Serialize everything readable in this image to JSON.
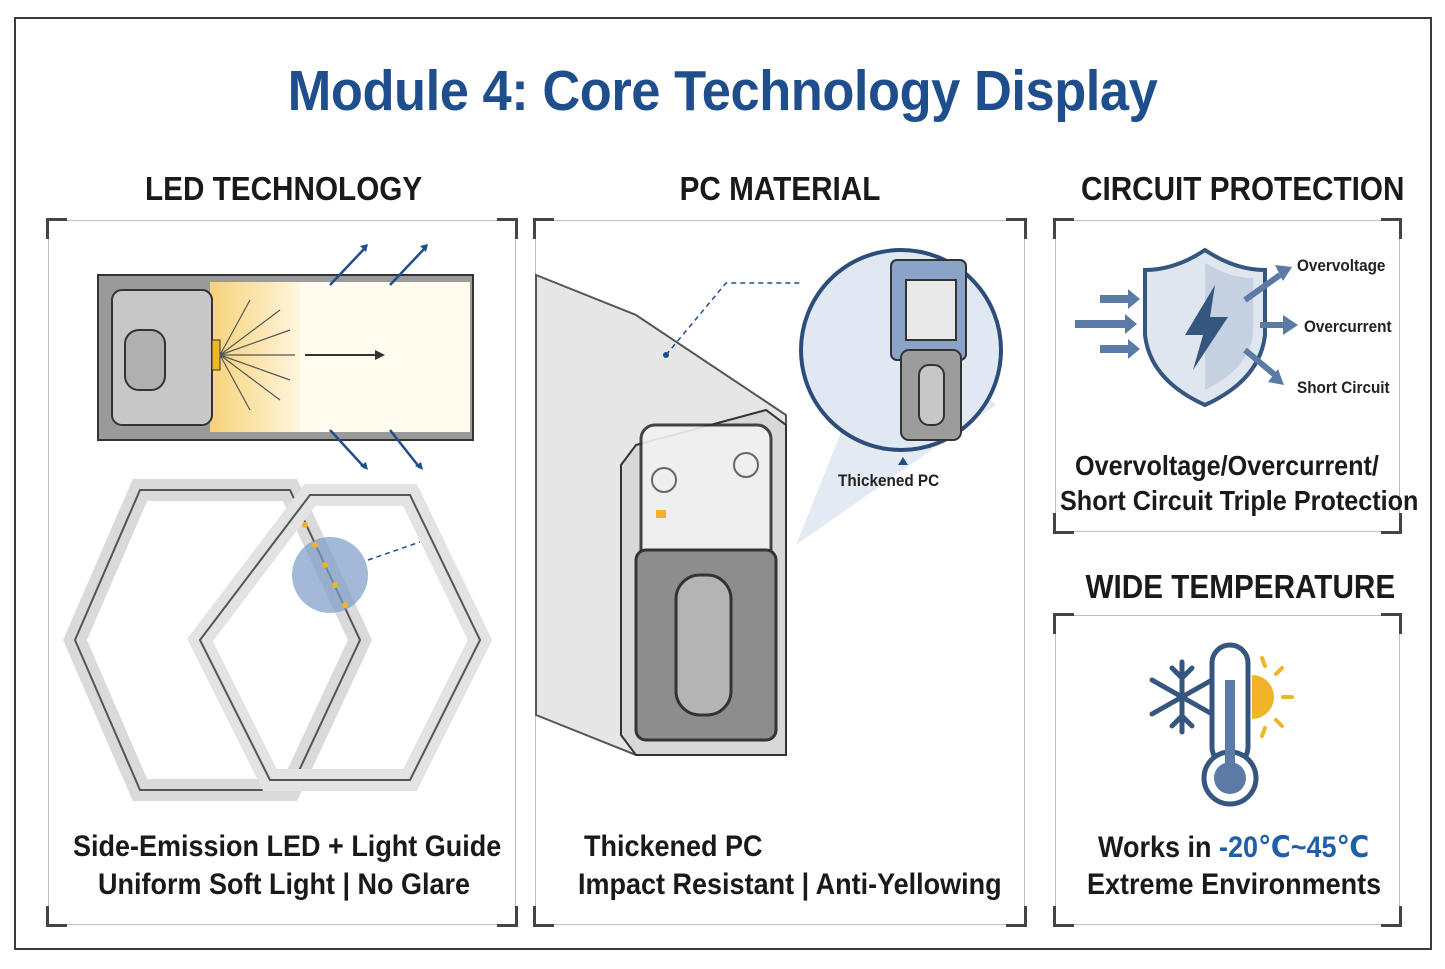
{
  "title": "Module 4: Core Technology Display",
  "colors": {
    "title_blue": "#1f4e8c",
    "accent_blue": "#1f5fa8",
    "warm_yellow": "#f0b429",
    "shield_blue": "#34567f"
  },
  "sections": {
    "led": {
      "heading": "LED TECHNOLOGY",
      "caption_line1": "Side-Emission LED + Light Guide",
      "caption_line2": "Uniform Soft Light | No Glare"
    },
    "pc": {
      "heading": "PC MATERIAL",
      "callout_label": "Thickened PC",
      "caption_line1": "Thickened PC",
      "caption_line2": "Impact Resistant | Anti-Yellowing"
    },
    "circuit": {
      "heading": "CIRCUIT PROTECTION",
      "labels": [
        "Overvoltage",
        "Overcurrent",
        "Short Circuit"
      ],
      "caption_line1": "Overvoltage/Overcurrent/",
      "caption_line2": "Short Circuit Triple Protection"
    },
    "temperature": {
      "heading": "WIDE TEMPERATURE",
      "caption_prefix": "Works in ",
      "caption_range": "-20℃~45℃",
      "caption_line2": "Extreme Environments"
    }
  },
  "icons": [
    "shield-lightning-icon",
    "snowflake-icon",
    "thermometer-icon",
    "sun-icon"
  ]
}
